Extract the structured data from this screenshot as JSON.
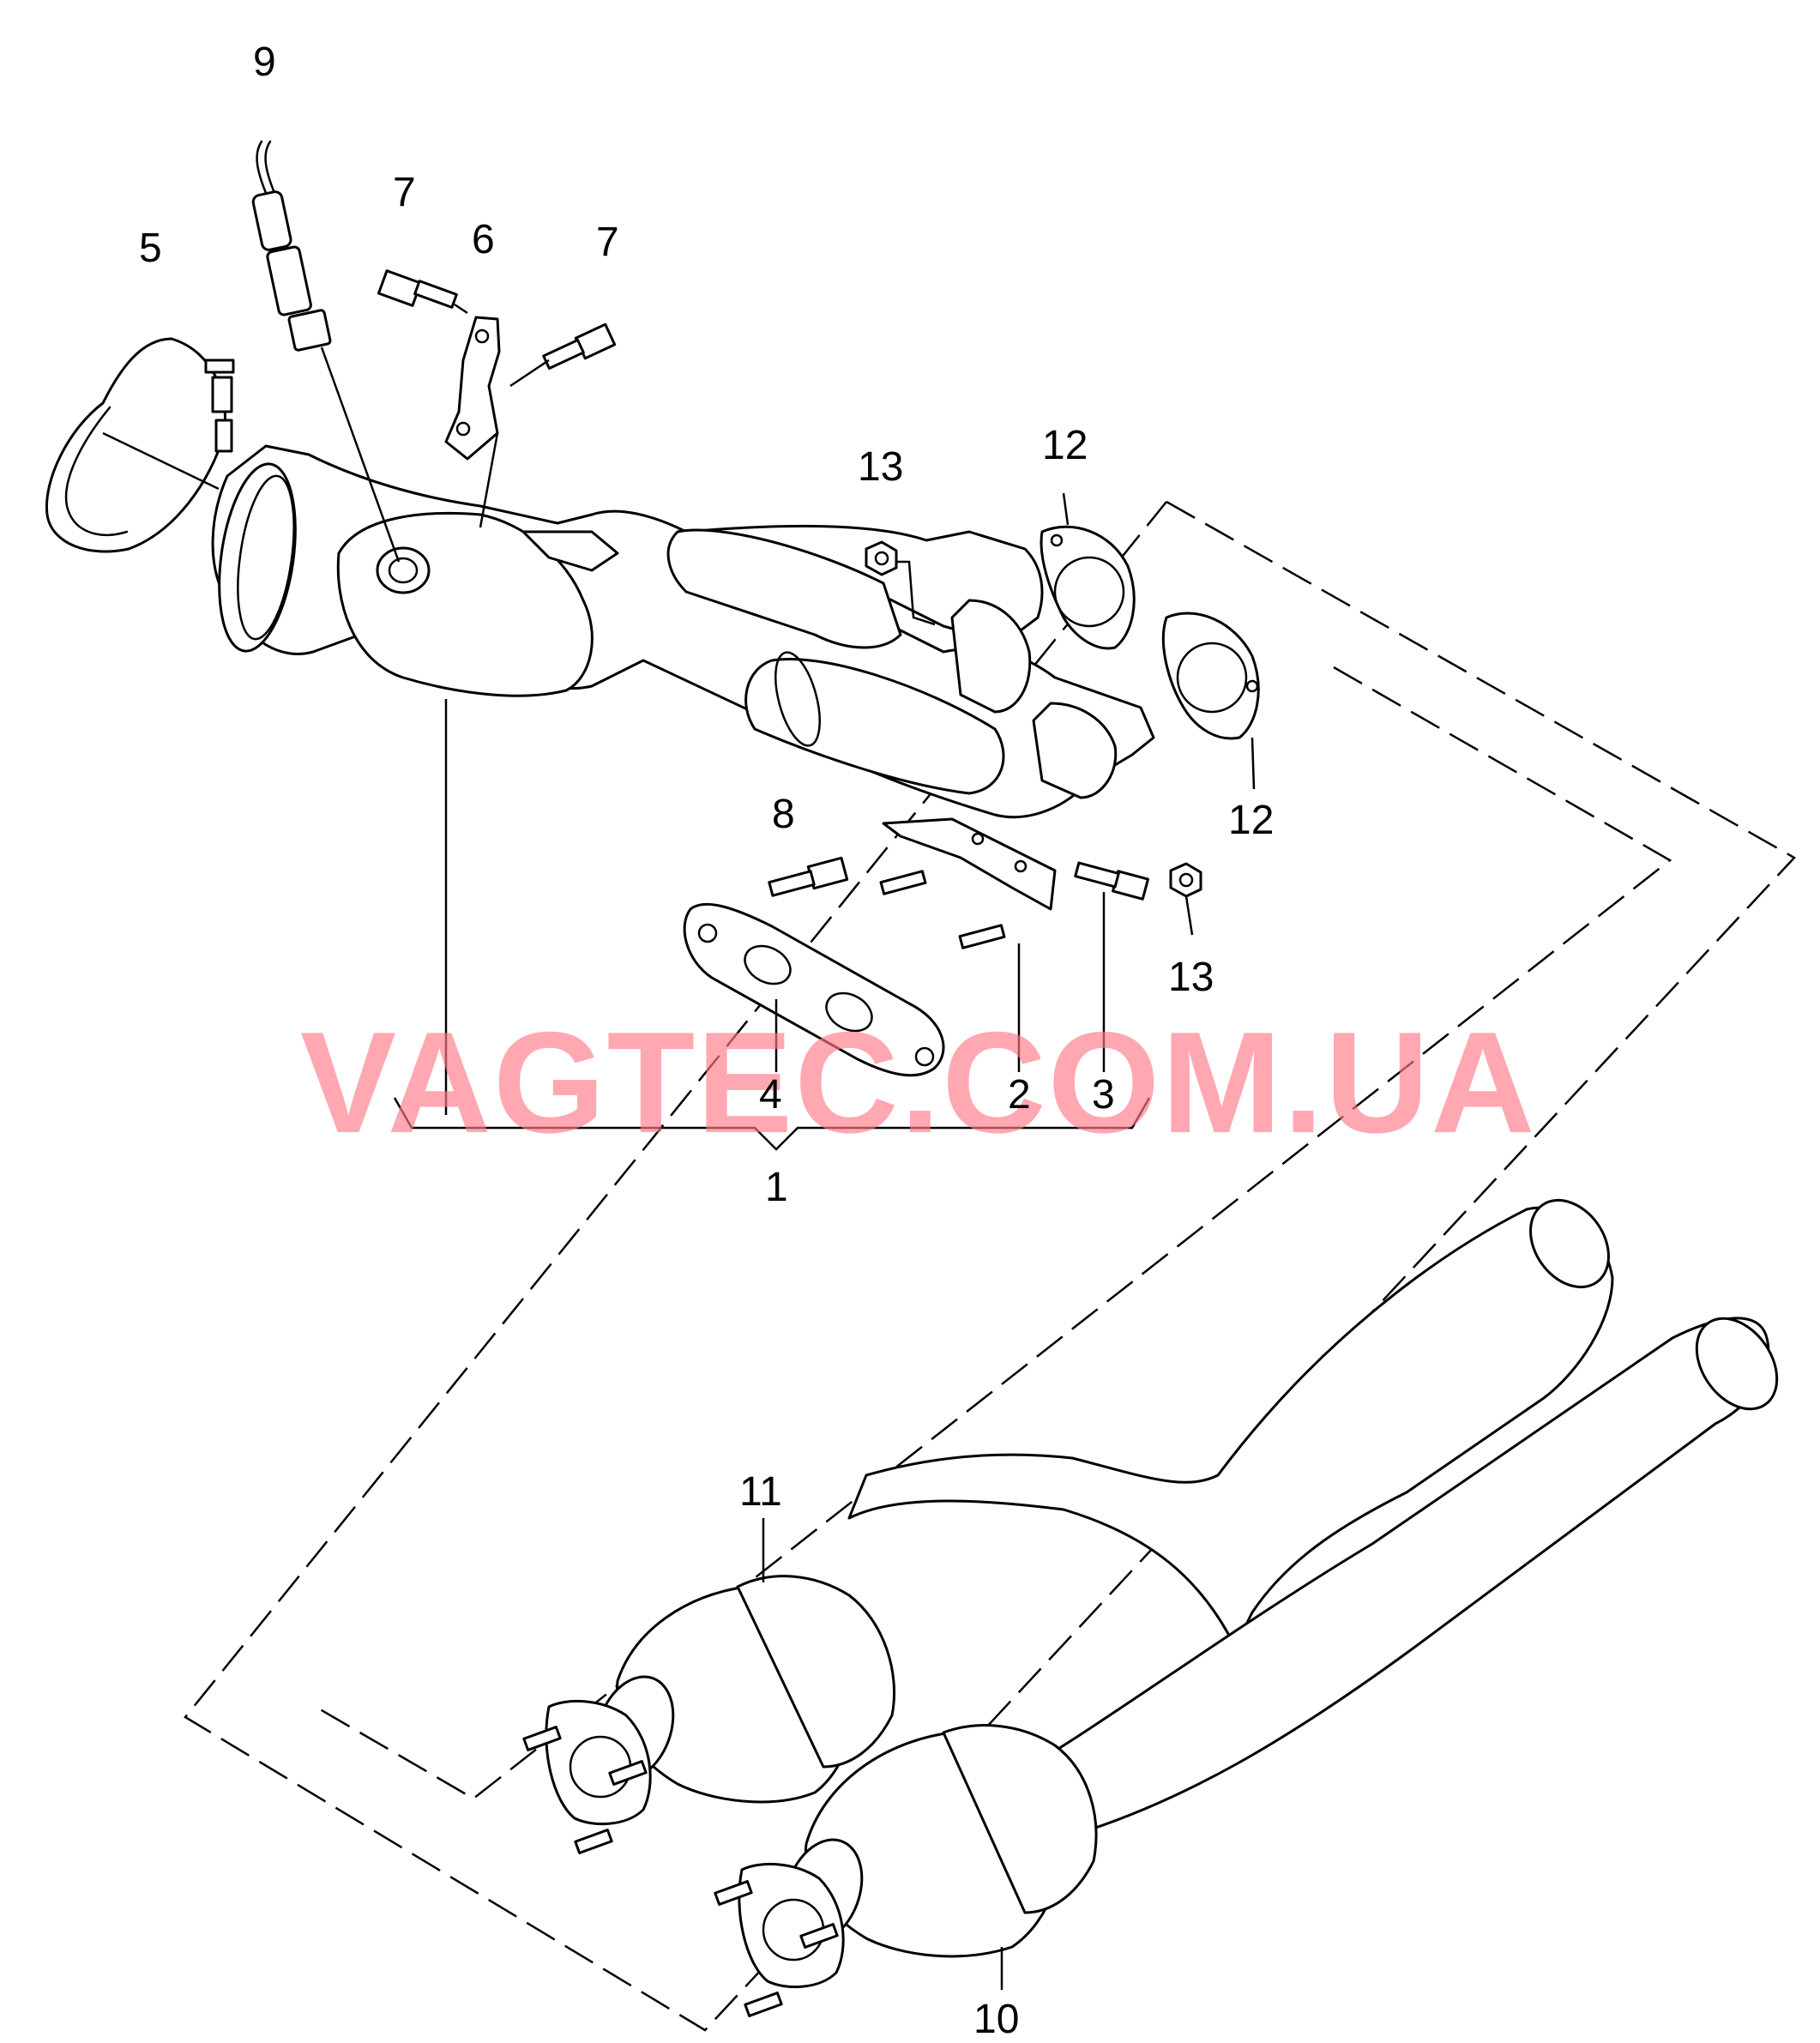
{
  "watermark": "VAGTEC.COM.UA",
  "callouts": {
    "c1": "1",
    "c2": "2",
    "c3": "3",
    "c4": "4",
    "c5": "5",
    "c6": "6",
    "c7a": "7",
    "c7b": "7",
    "c8": "8",
    "c9": "9",
    "c10": "10",
    "c11": "11",
    "c12a": "12",
    "c12b": "12",
    "c13a": "13",
    "c13b": "13"
  }
}
